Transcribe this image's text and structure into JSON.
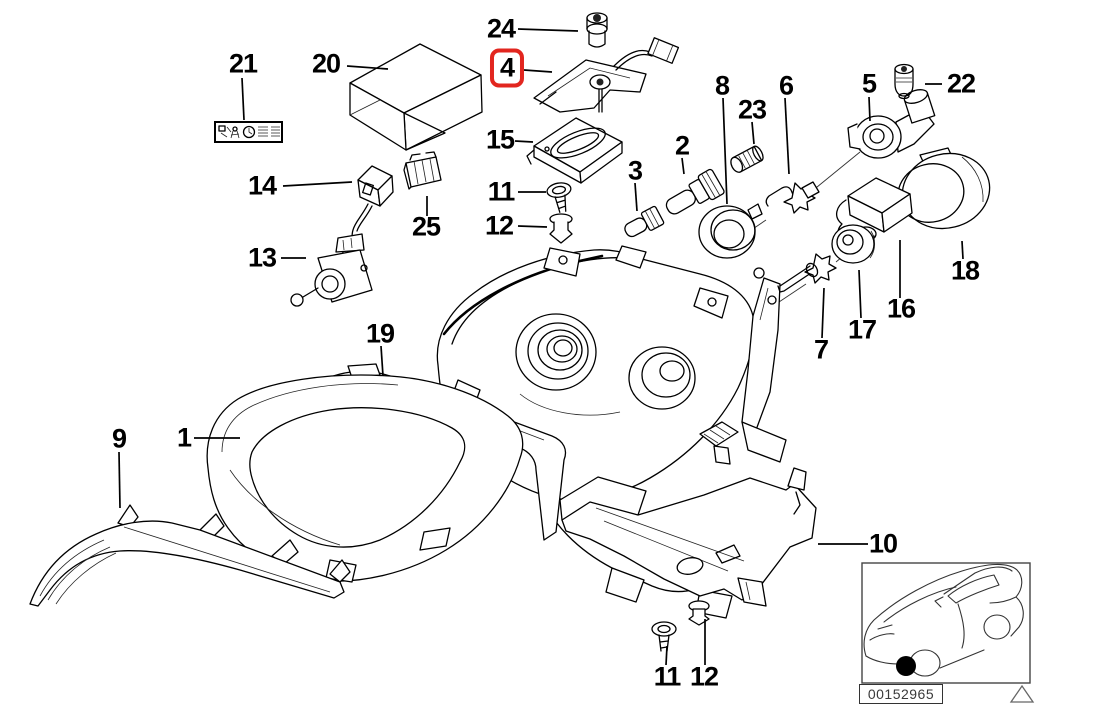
{
  "diagram": {
    "highlight_color": "#e2261f",
    "line_color": "#000000"
  },
  "labels": {
    "l1": "1",
    "l2": "2",
    "l3": "3",
    "l4": "4",
    "l5": "5",
    "l6": "6",
    "l7": "7",
    "l8": "8",
    "l9": "9",
    "l10": "10",
    "l11a": "11",
    "l11b": "11",
    "l12a": "12",
    "l12b": "12",
    "l13": "13",
    "l14": "14",
    "l15": "15",
    "l16": "16",
    "l17": "17",
    "l18": "18",
    "l19": "19",
    "l20": "20",
    "l21": "21",
    "l22": "22",
    "l23": "23",
    "l24": "24",
    "l25": "25"
  },
  "footer": {
    "image_code": "00152965"
  }
}
